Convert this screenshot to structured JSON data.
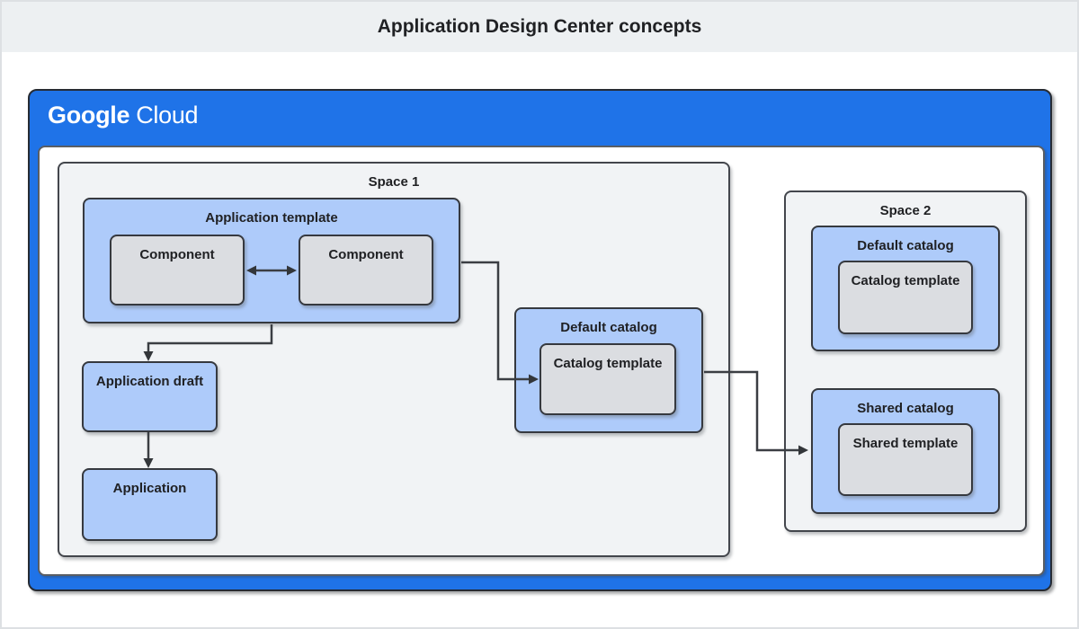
{
  "title": "Application Design Center concepts",
  "brand": {
    "google": "Google",
    "cloud": "Cloud"
  },
  "colors": {
    "frame_blue": "#1f73e8",
    "box_blue": "#aecbfa",
    "box_gray": "#dbdde1",
    "space_bg": "#f1f3f5",
    "header_bg": "#edf0f2",
    "line": "#3b3e43",
    "text": "#202124"
  },
  "spaces": {
    "space1": {
      "label": "Space 1",
      "application_template": {
        "label": "Application template"
      },
      "component_left": {
        "label": "Component"
      },
      "component_right": {
        "label": "Component"
      },
      "application_draft": {
        "label": "Application draft"
      },
      "application": {
        "label": "Application"
      },
      "default_catalog": {
        "label": "Default catalog"
      },
      "catalog_template": {
        "label": "Catalog template"
      }
    },
    "space2": {
      "label": "Space 2",
      "default_catalog": {
        "label": "Default catalog"
      },
      "catalog_template": {
        "label": "Catalog template"
      },
      "shared_catalog": {
        "label": "Shared catalog"
      },
      "shared_template": {
        "label": "Shared template"
      }
    }
  },
  "relationships": [
    "component <-> component",
    "application template -> application draft",
    "application draft -> application",
    "application template -> default catalog (space 1) catalog template",
    "default catalog (space 1) -> shared catalog (space 2)"
  ]
}
